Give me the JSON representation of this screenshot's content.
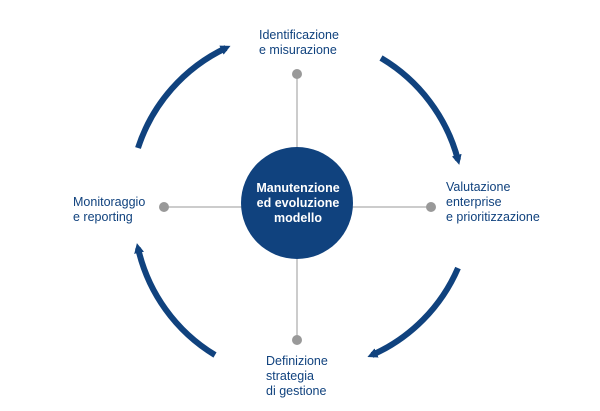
{
  "center": {
    "label": "Manutenzione\ned evoluzione\nmodello"
  },
  "nodes": {
    "top": "Identificazione\ne misurazione",
    "right": "Valutazione\nenterprise\ne prioritizzazione",
    "bottom": "Definizione\nstrategia\ndi gestione",
    "left": "Monitoraggio\ne reporting"
  },
  "colors": {
    "primary": "#10427e",
    "connector": "#999999",
    "dot": "#999999",
    "background": "#ffffff"
  }
}
